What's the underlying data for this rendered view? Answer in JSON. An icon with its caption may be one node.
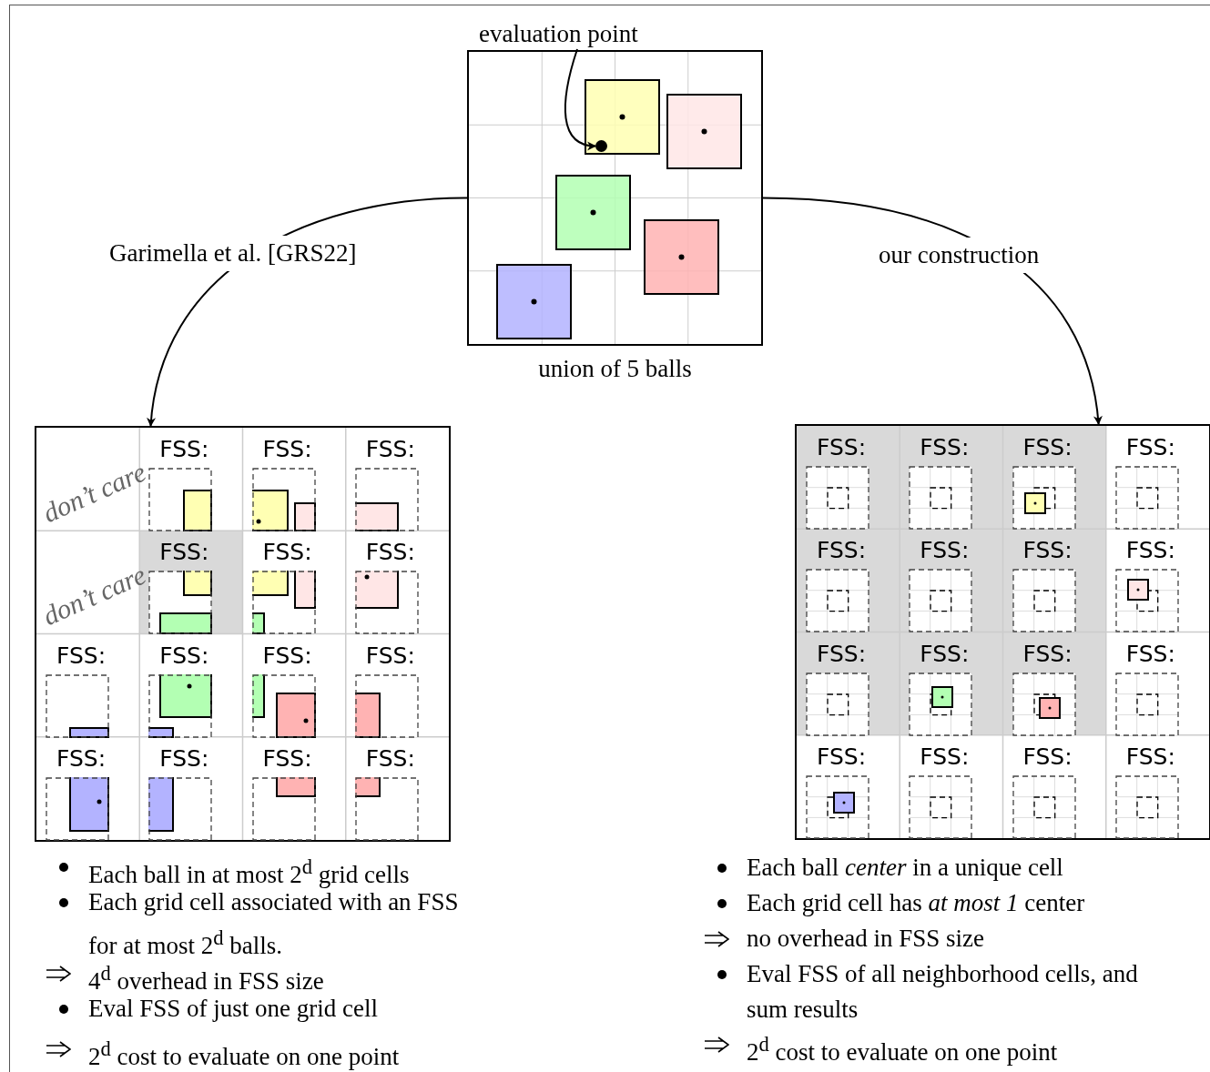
{
  "diagram": {
    "nodes": [
      {
        "text": [],
        "shape": "box",
        "beside": [
          "union of 5 balls"
        ]
      },
      {
        "text": [
          "evaluation point"
        ]
      },
      {
        "text": [],
        "shape": "circle",
        "in": 0
      },
      {
        "text": [],
        "shape": "box"
      },
      {
        "text": [],
        "shape": "box"
      }
    ],
    "edges": [
      {
        "from": 1,
        "to": 2,
        "arrow": "to"
      },
      {
        "from": 0,
        "to": 3,
        "arrow": "to",
        "label": "Garimella et al. [GRS22]"
      },
      {
        "from": 0,
        "to": 4,
        "arrow": "to",
        "label": "our construction"
      }
    ],
    "labels": [
      "don’t care",
      "FSS:",
      "FSS:",
      "FSS:",
      "don’t care",
      "FSS:",
      "FSS:",
      "FSS:",
      "FSS:",
      "FSS:",
      "FSS:",
      "FSS:",
      "FSS:",
      "FSS:",
      "FSS:",
      "FSS:",
      "FSS:",
      "FSS:",
      "FSS:",
      "FSS:",
      "FSS:",
      "FSS:",
      "FSS:",
      "FSS:",
      "FSS:",
      "FSS:",
      "FSS:",
      "FSS:",
      "FSS:",
      "FSS:",
      "FSS:",
      "FSS:",
      "Each ball in at most 2$^{d}$ grid cells",
      "Each grid cell associated with an FSS for at most 2$^{d}$ balls.",
      "4$^{d}$ overhead in FSS size",
      "Eval FSS of just one grid cell",
      "2$^{d}$ cost to evaluate on one point",
      "Each ball *center* in a unique cell",
      "Each grid cell has *at most 1* center",
      "no overhead in FSS size",
      "Eval FSS of all neighborhood cells, and sum results",
      "2$^{d}$ cost to evaluate on one point"
    ]
  }
}
